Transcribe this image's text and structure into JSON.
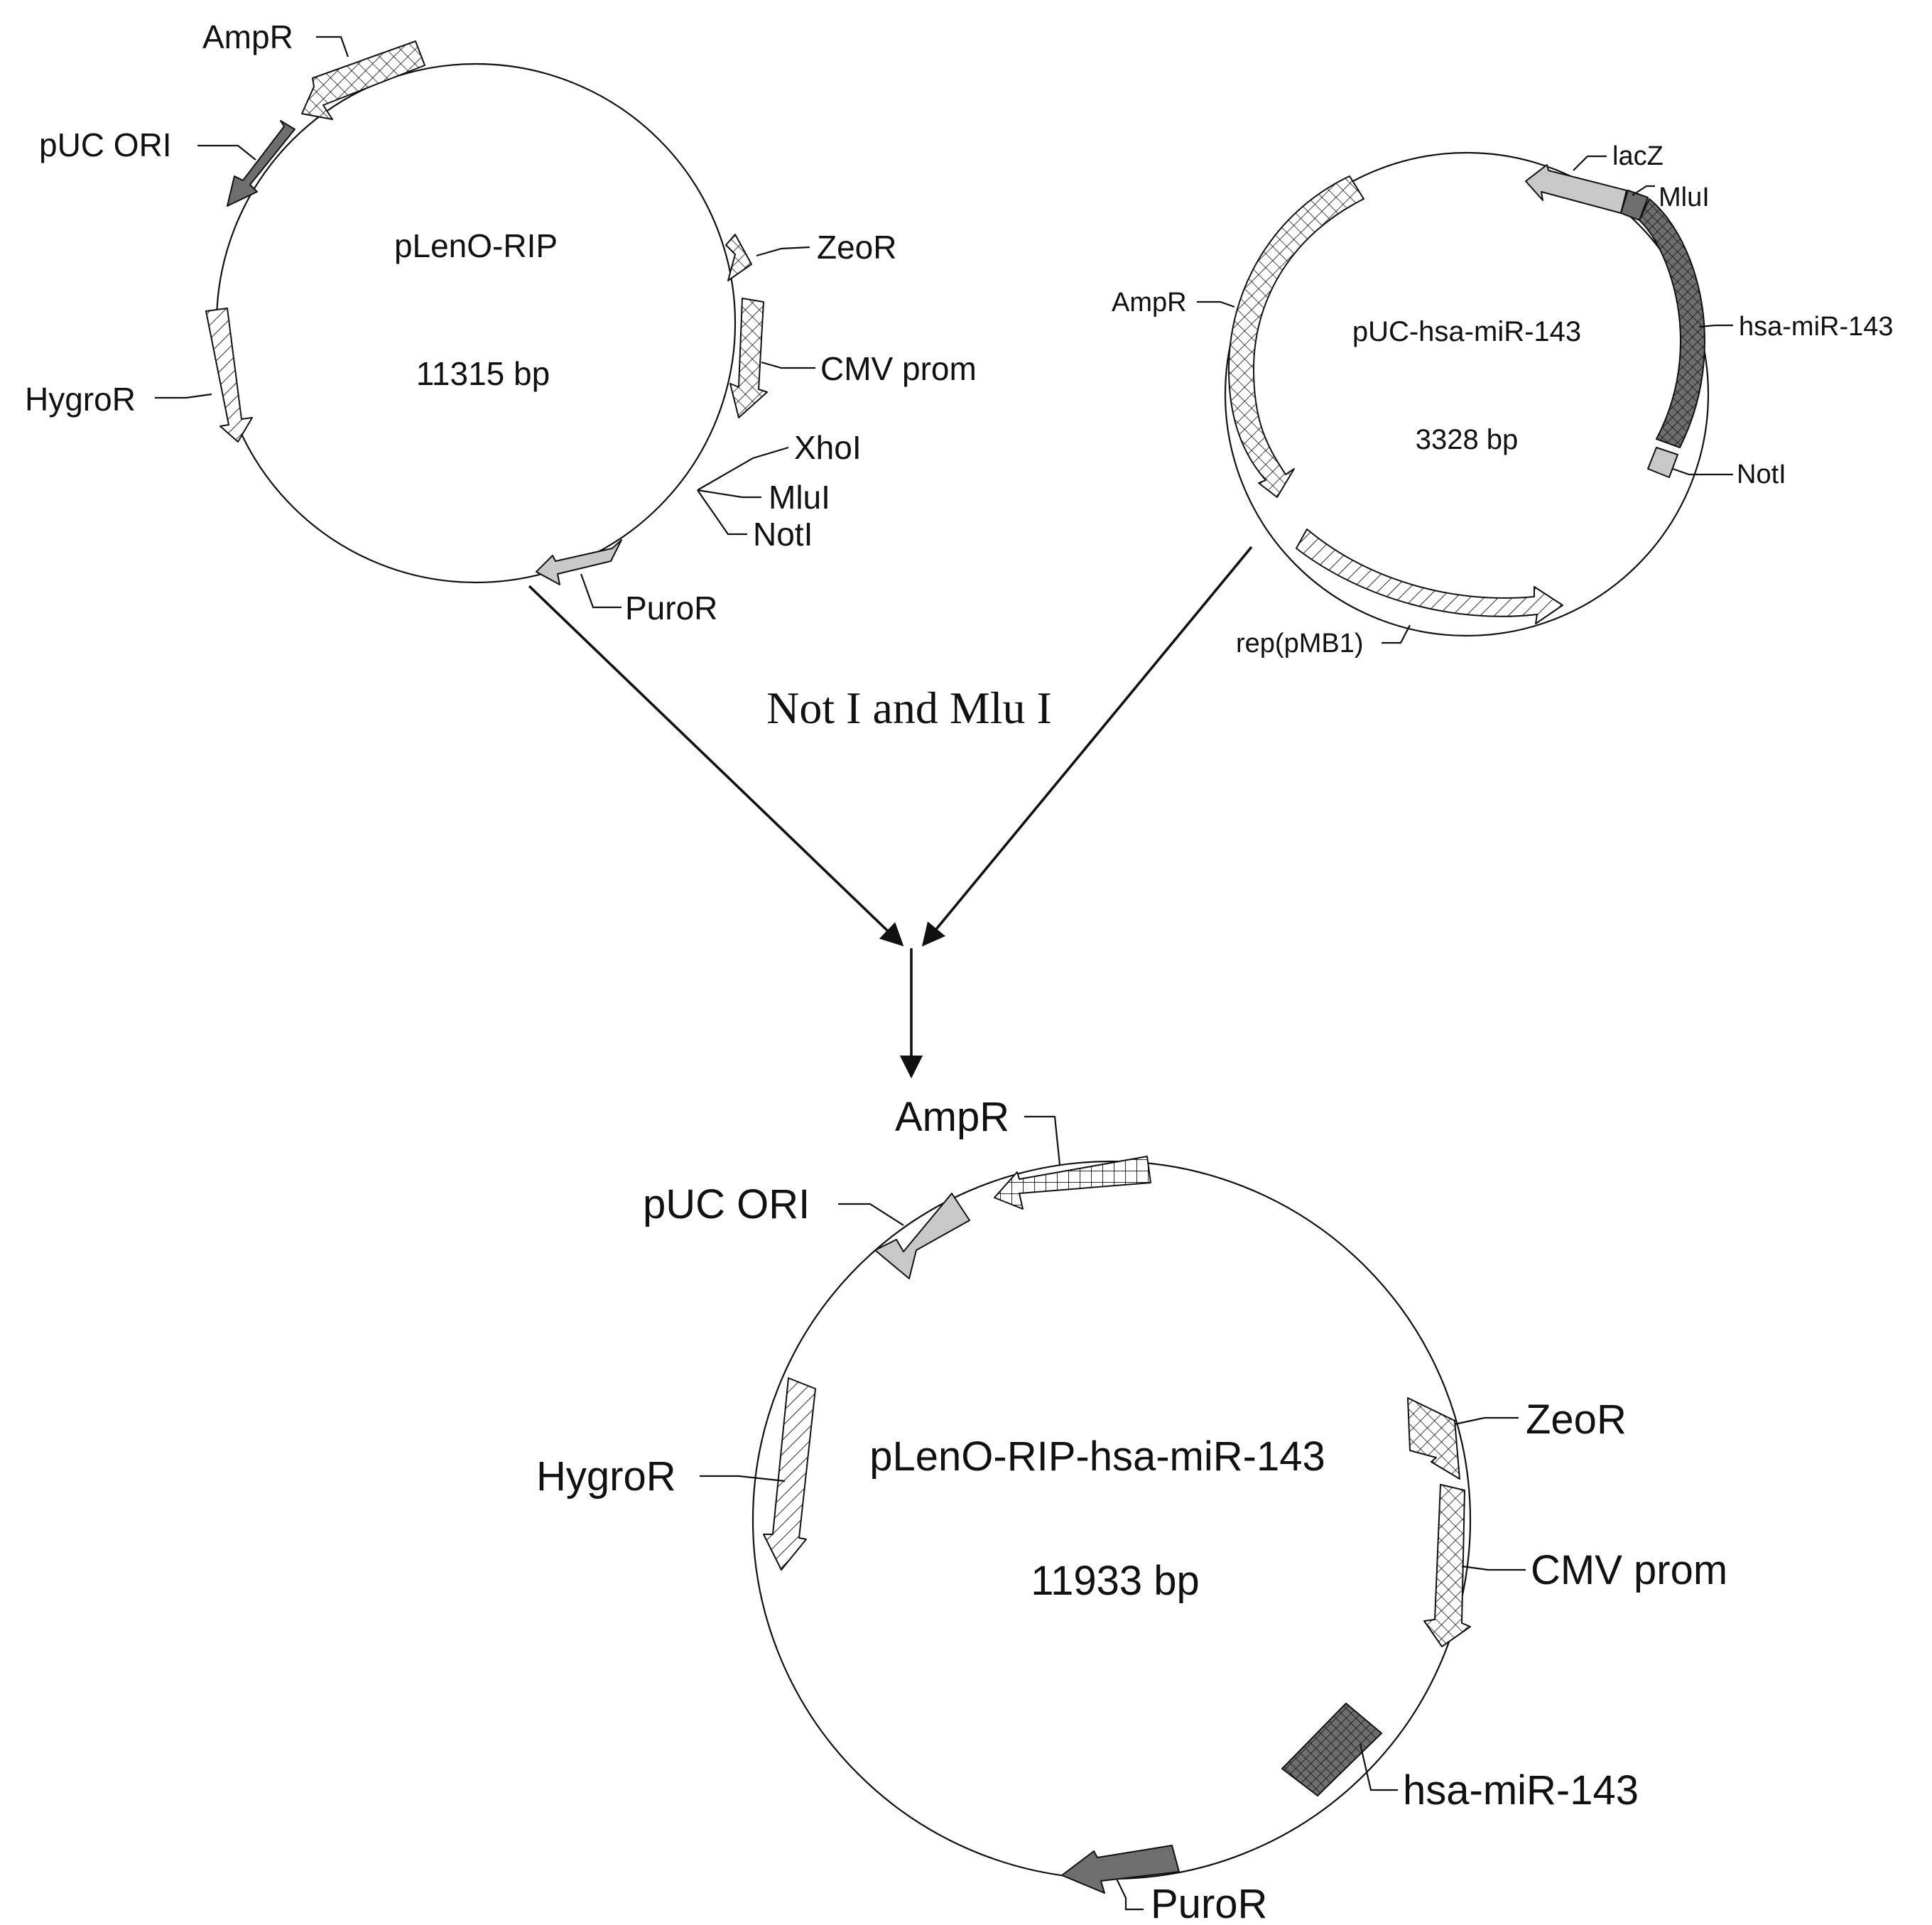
{
  "plasmids": {
    "vector": {
      "name": "pLenO-RIP",
      "size": "11315 bp",
      "labels": {
        "ampr": "AmpR",
        "puc_ori": "pUC ORI",
        "zeor": "ZeoR",
        "cmv": "CMV prom",
        "hygror": "HygroR",
        "xhoi": "XhoI",
        "mlui": "MluI",
        "noti": "NotI",
        "puror": "PuroR"
      }
    },
    "donor": {
      "name": "pUC-hsa-miR-143",
      "size": "3328 bp",
      "labels": {
        "lacz": "lacZ",
        "mlui": "MluI",
        "ampr": "AmpR",
        "mir": "hsa-miR-143",
        "noti": "NotI",
        "rep": "rep(pMB1)"
      }
    },
    "product": {
      "name": "pLenO-RIP-hsa-miR-143",
      "size": "11933 bp",
      "labels": {
        "ampr": "AmpR",
        "puc_ori": "pUC ORI",
        "zeor": "ZeoR",
        "hygror": "HygroR",
        "cmv": "CMV prom",
        "mir": "hsa-miR-143",
        "puror": "PuroR"
      }
    }
  },
  "digest_label": "Not I and Mlu I",
  "colors": {
    "line": "#111111",
    "light_feature": "#c8c8c8",
    "dark_feature": "#6e6e6e"
  }
}
